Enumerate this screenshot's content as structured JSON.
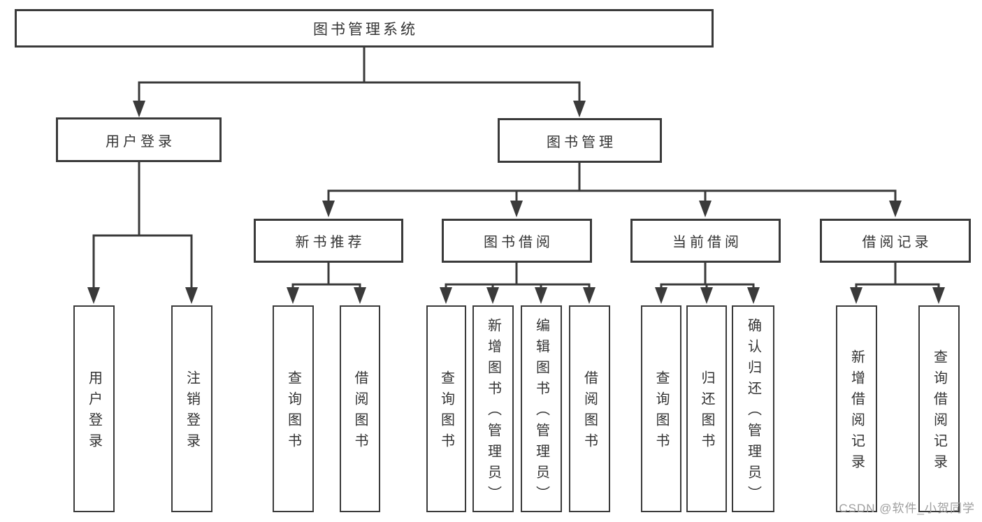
{
  "diagram": {
    "root": {
      "label": "图书管理系统"
    },
    "level1": [
      {
        "label": "用户登录"
      },
      {
        "label": "图书管理"
      }
    ],
    "level2": [
      {
        "label": "新书推荐"
      },
      {
        "label": "图书借阅"
      },
      {
        "label": "当前借阅"
      },
      {
        "label": "借阅记录"
      }
    ],
    "leaves": {
      "user_login": [
        {
          "label": "用户登录"
        },
        {
          "label": "注销登录"
        }
      ],
      "new_book_recommend": [
        {
          "label": "查询图书"
        },
        {
          "label": "借阅图书"
        }
      ],
      "book_borrow": [
        {
          "label": "查询图书"
        },
        {
          "label": "新增图书（管理员）"
        },
        {
          "label": "编辑图书（管理员）"
        },
        {
          "label": "借阅图书"
        }
      ],
      "current_borrow": [
        {
          "label": "查询图书"
        },
        {
          "label": "归还图书"
        },
        {
          "label": "确认归还（管理员）"
        }
      ],
      "borrow_record": [
        {
          "label": "新增借阅记录"
        },
        {
          "label": "查询借阅记录"
        }
      ]
    }
  },
  "watermark": {
    "text": "CSDN @软件_小贺同学"
  },
  "colors": {
    "line": "#3a3a3a",
    "text": "#333333",
    "watermark": "#9e9e9e",
    "background": "#ffffff"
  }
}
